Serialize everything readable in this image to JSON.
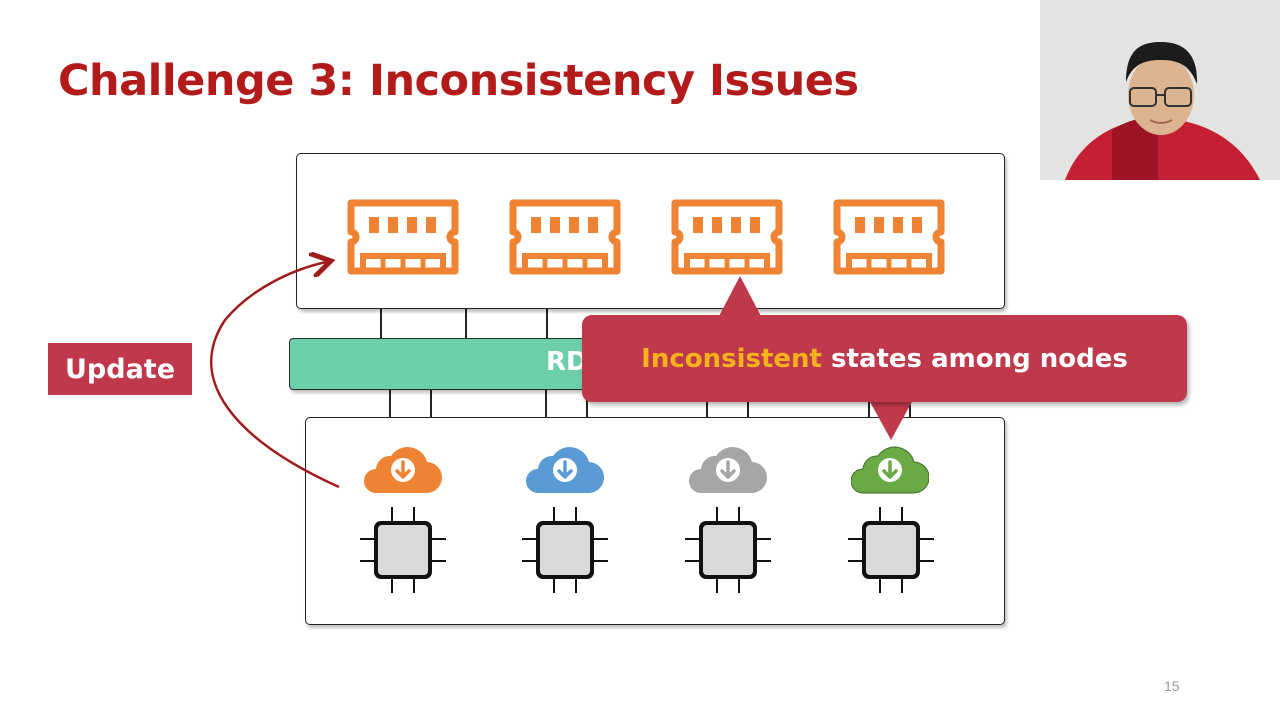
{
  "slide": {
    "title": "Challenge 3: Inconsistency Issues",
    "page_number": "15"
  },
  "diagram": {
    "update_label": "Update",
    "network_label": "RD",
    "callout": {
      "highlight": "Inconsistent",
      "text": " states among nodes"
    },
    "memory_modules": [
      {
        "name": "memory-module-1",
        "color": "#ee8433"
      },
      {
        "name": "memory-module-2",
        "color": "#ee8433"
      },
      {
        "name": "memory-module-3",
        "color": "#ee8433"
      },
      {
        "name": "memory-module-4",
        "color": "#ee8433"
      }
    ],
    "download_clouds": [
      {
        "name": "orange-cloud-download-icon",
        "color": "#ee8433"
      },
      {
        "name": "blue-cloud-download-icon",
        "color": "#5b9bd5"
      },
      {
        "name": "gray-cloud-download-icon",
        "color": "#a6a6a6"
      },
      {
        "name": "green-cloud-download-icon",
        "color": "#6aaa45"
      }
    ],
    "colors": {
      "title": "#b31b1b",
      "update_box": "#c0384b",
      "callout": "#c0384b",
      "callout_highlight": "#f6b21a",
      "network_bar": "#6dcfa9",
      "arrow": "#a11b1b"
    }
  }
}
